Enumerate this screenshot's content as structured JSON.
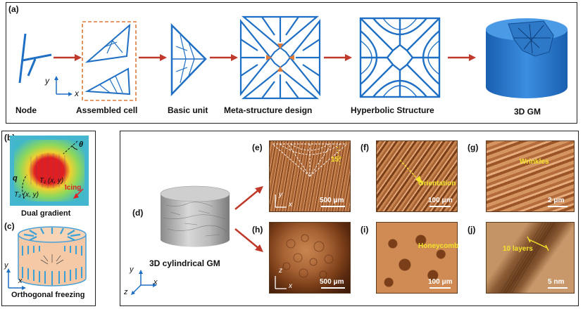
{
  "panel_a": {
    "label": "(a)",
    "steps": [
      "Node",
      "Assembled cell",
      "Basic unit",
      "Meta-structure design",
      "Hyperbolic Structure",
      "3D GM"
    ],
    "axis_y": "y",
    "axis_x": "x"
  },
  "panel_b": {
    "label": "(b)",
    "caption": "Dual gradient",
    "theta": "θ",
    "q": "q",
    "t1": "T₁ (x, y)",
    "t2": "T₂ (x, y)",
    "icing": "Icing"
  },
  "panel_c": {
    "label": "(c)",
    "caption": "Orthogonal freezing",
    "axis_y": "y",
    "axis_x": "x"
  },
  "panel_d": {
    "label": "(d)",
    "caption": "3D cylindrical GM",
    "axis_y": "y",
    "axis_x": "x",
    "axis_z": "z"
  },
  "panel_e": {
    "label": "(e)",
    "scale": "500 μm",
    "angle": "15°",
    "axis_y": "y",
    "axis_x": "x"
  },
  "panel_f": {
    "label": "(f)",
    "scale": "100 μm",
    "annotation": "Orientation"
  },
  "panel_g": {
    "label": "(g)",
    "scale": "2 μm",
    "annotation": "Wrinkles"
  },
  "panel_h": {
    "label": "(h)",
    "scale": "500 μm",
    "axis_z": "z",
    "axis_x": "x"
  },
  "panel_i": {
    "label": "(i)",
    "scale": "100 μm",
    "annotation": "Honeycomb"
  },
  "panel_j": {
    "label": "(j)",
    "scale": "5 nm",
    "annotation": "10 layers"
  },
  "colors": {
    "structure_blue": "#1f6fc4",
    "arrow_red": "#c0392b",
    "dashed_orange": "#e07b39",
    "sem_brown": "#b86a3a",
    "annotation_yellow": "#f3e32a"
  }
}
